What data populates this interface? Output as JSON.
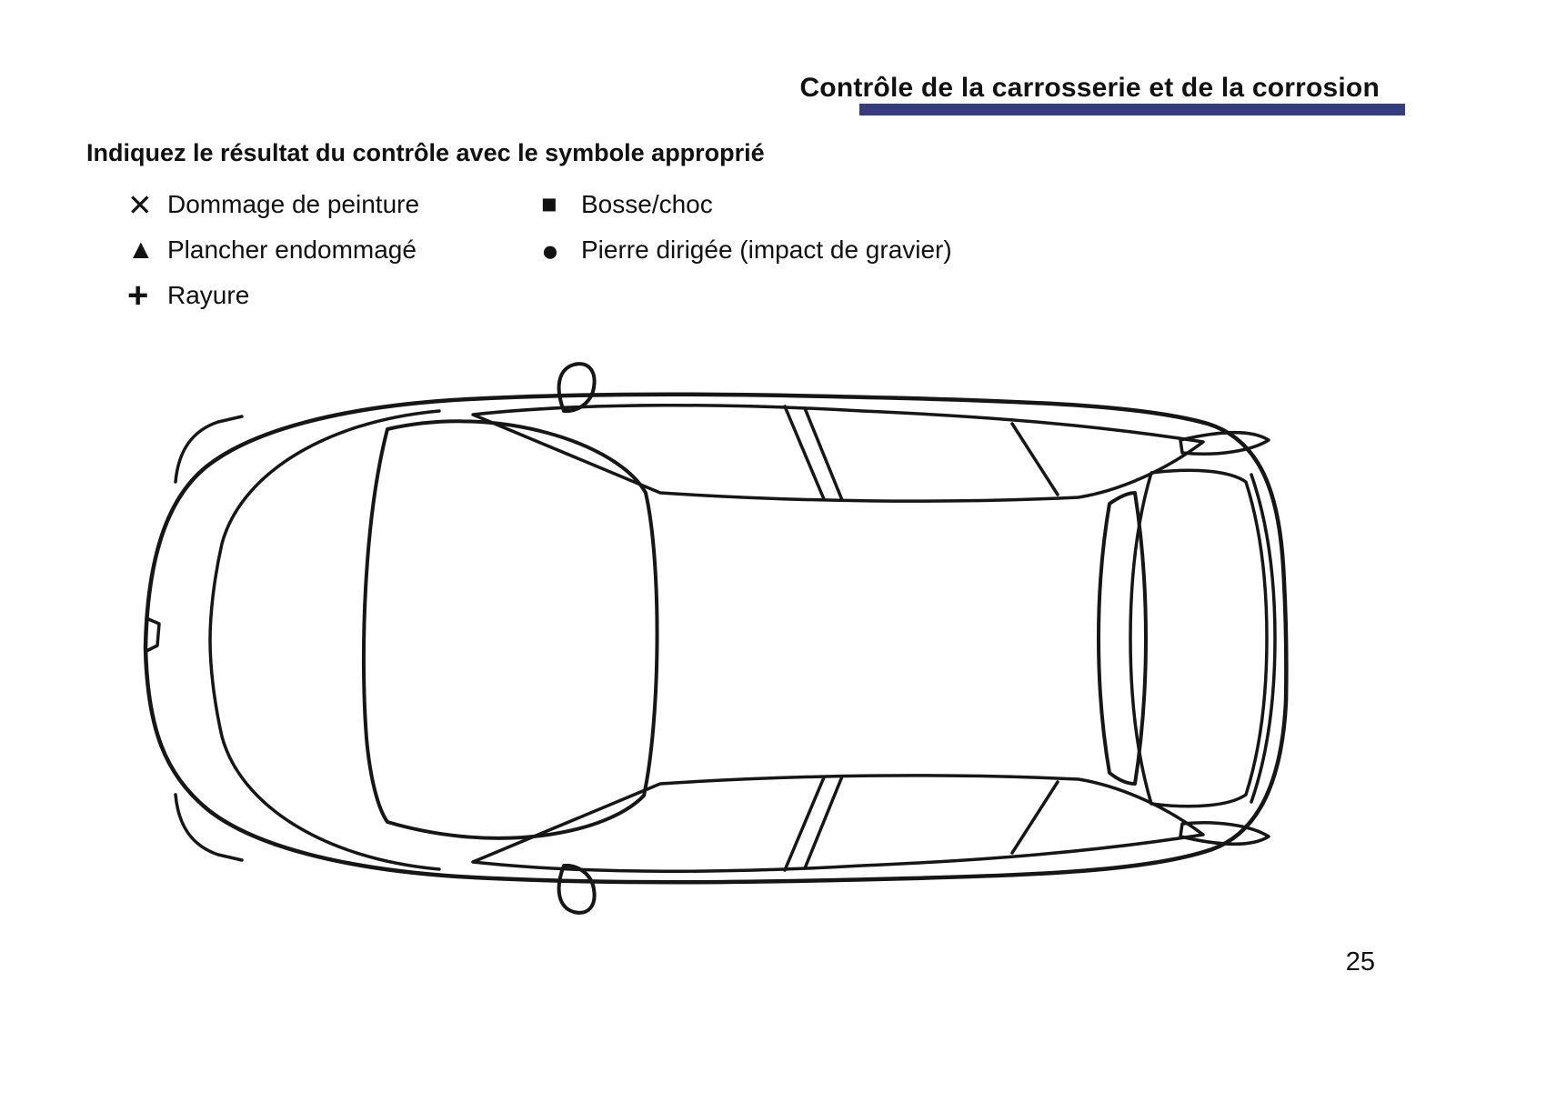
{
  "page": {
    "title": "Contrôle de la carrosserie et de la corrosion",
    "instruction": "Indiquez le résultat du contrôle avec le symbole approprié",
    "page_number": "25",
    "accent_color": "#353d7c"
  },
  "legend": {
    "column1": [
      {
        "symbol": "x-mark-icon",
        "glyph": "✕",
        "label": "Dommage de peinture"
      },
      {
        "symbol": "triangle-icon",
        "glyph": "▲",
        "label": "Plancher endommagé"
      },
      {
        "symbol": "plus-icon",
        "glyph": "+",
        "label": "Rayure"
      }
    ],
    "column2": [
      {
        "symbol": "square-icon",
        "glyph": "■",
        "label": "Bosse/choc"
      },
      {
        "symbol": "circle-icon",
        "glyph": "●",
        "label": "Pierre dirigée (impact de gravier)"
      }
    ]
  },
  "diagram": {
    "name": "car-top-view"
  }
}
